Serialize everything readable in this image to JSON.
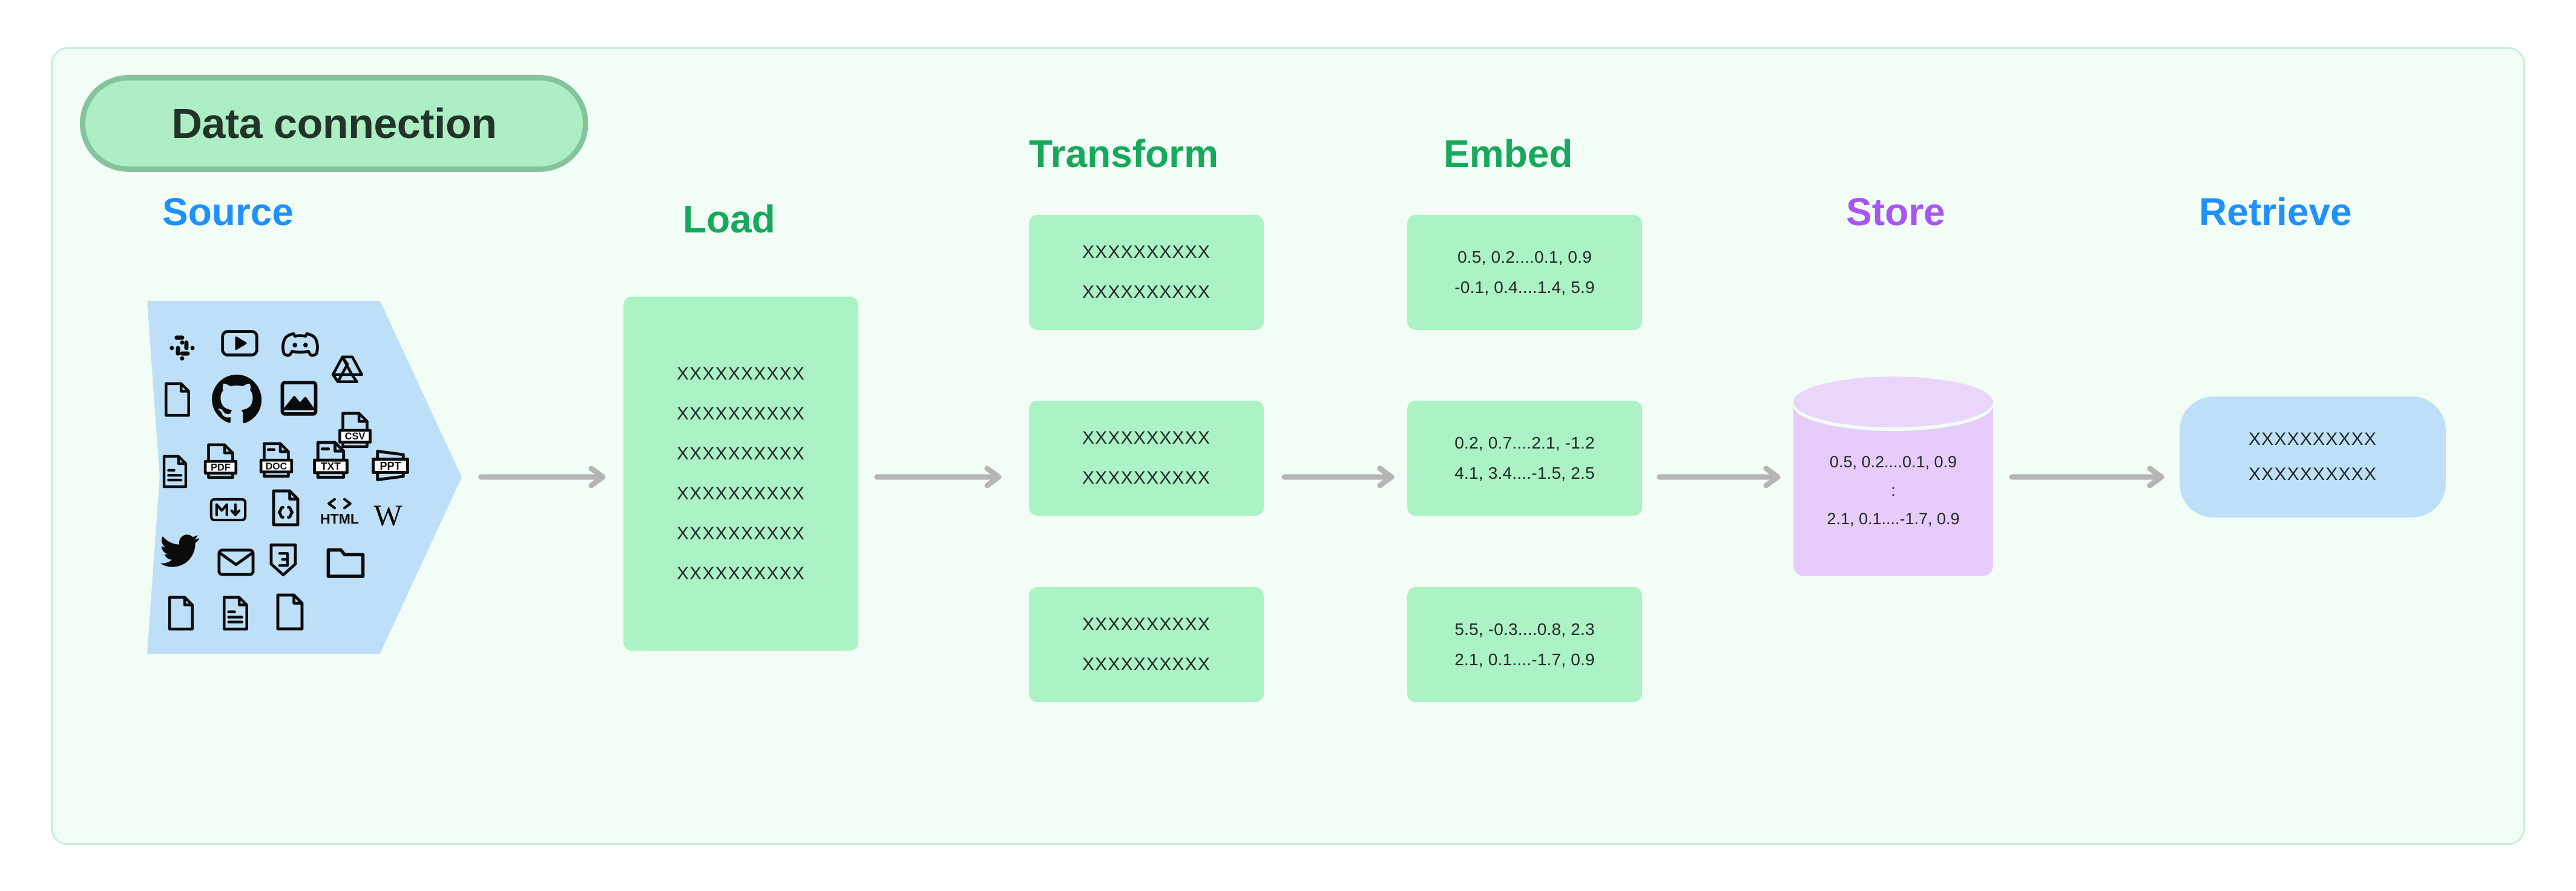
{
  "panel": {
    "badge_label": "Data connection",
    "background_color": "#F1FDF5",
    "border_color": "#C8EED6"
  },
  "colors": {
    "source_blue": "#1E90FF",
    "load_green": "#16A85C",
    "transform_green": "#16A85C",
    "embed_green": "#16A85C",
    "store_purple": "#A855F7",
    "retrieve_blue": "#1E90FF",
    "green_box_fill": "#ABF2C5",
    "blue_shape_fill": "#BEDFF8",
    "cylinder_fill": "#E6CCFA",
    "arrow_gray": "#B5B5B5"
  },
  "stages": [
    {
      "key": "source",
      "label": "Source"
    },
    {
      "key": "load",
      "label": "Load"
    },
    {
      "key": "transform",
      "label": "Transform"
    },
    {
      "key": "embed",
      "label": "Embed"
    },
    {
      "key": "store",
      "label": "Store"
    },
    {
      "key": "retrieve",
      "label": "Retrieve"
    }
  ],
  "source": {
    "icons": [
      "slack-icon",
      "youtube-icon",
      "discord-icon",
      "blank-document-icon",
      "github-icon",
      "image-icon",
      "google-drive-icon",
      "csv-file-icon",
      "text-lines-document-icon",
      "pdf-file-icon",
      "doc-file-icon",
      "txt-file-icon",
      "ppt-file-icon",
      "markdown-icon",
      "json-code-file-icon",
      "html-icon",
      "wikipedia-icon",
      "twitter-icon",
      "email-icon",
      "css3-icon",
      "folder-icon",
      "blank-document-icon-2",
      "text-lines-document-icon-2",
      "blank-document-icon-3"
    ]
  },
  "load_box": {
    "rows": [
      "XXXXXXXXXX",
      "XXXXXXXXXX",
      "XXXXXXXXXX",
      "XXXXXXXXXX",
      "XXXXXXXXXX",
      "XXXXXXXXXX"
    ]
  },
  "transform_boxes": [
    {
      "rows": [
        "XXXXXXXXXX",
        "XXXXXXXXXX"
      ]
    },
    {
      "rows": [
        "XXXXXXXXXX",
        "XXXXXXXXXX"
      ]
    },
    {
      "rows": [
        "XXXXXXXXXX",
        "XXXXXXXXXX"
      ]
    }
  ],
  "embed_boxes": [
    {
      "rows": [
        "0.5, 0.2....0.1, 0.9",
        "-0.1, 0.4....1.4, 5.9"
      ]
    },
    {
      "rows": [
        "0.2, 0.7....2.1, -1.2",
        "4.1, 3.4....-1.5, 2.5"
      ]
    },
    {
      "rows": [
        "5.5, -0.3....0.8, 2.3",
        "2.1, 0.1....-1.7, 0.9"
      ]
    }
  ],
  "store_cylinder": {
    "rows": [
      "0.5, 0.2....0.1, 0.9",
      ":",
      "2.1, 0.1....-1.7, 0.9"
    ]
  },
  "retrieve_box": {
    "rows": [
      "XXXXXXXXXX",
      "XXXXXXXXXX"
    ]
  },
  "arrows": [
    {
      "name": "arrow-source-to-load"
    },
    {
      "name": "arrow-load-to-transform"
    },
    {
      "name": "arrow-transform-to-embed"
    },
    {
      "name": "arrow-embed-to-store"
    },
    {
      "name": "arrow-store-to-retrieve"
    }
  ]
}
